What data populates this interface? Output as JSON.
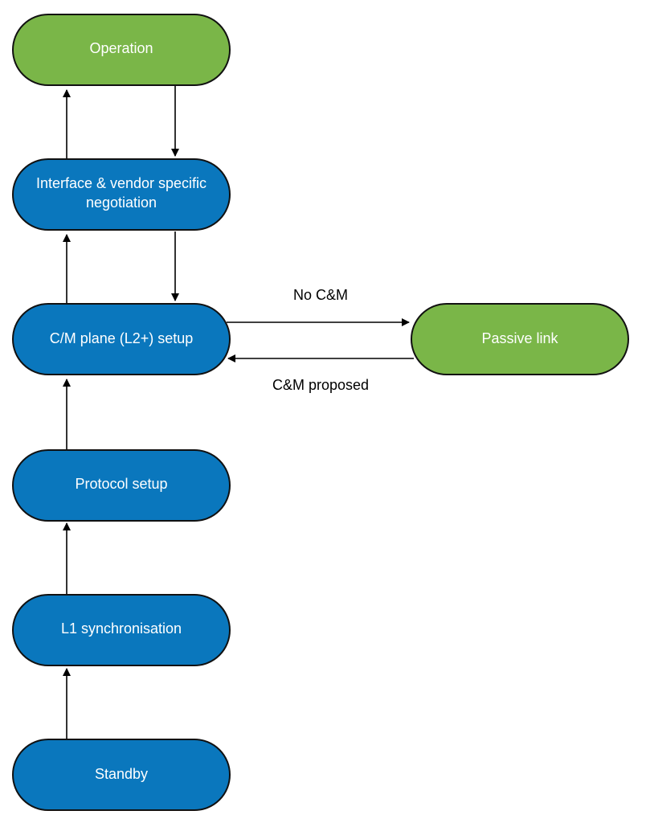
{
  "colors": {
    "blue_state": "#0a77bd",
    "green_state": "#7ab648",
    "outline": "#111111",
    "arrow": "#000000",
    "node_text": "#ffffff"
  },
  "nodes": {
    "operation": {
      "label_line1": "Operation"
    },
    "negotiation": {
      "label_line1": "Interface & vendor specific",
      "label_line2": "negotiation"
    },
    "cm_plane": {
      "label_line1": "C/M plane (L2+) setup"
    },
    "passive": {
      "label_line1": "Passive link"
    },
    "protocol": {
      "label_line1": "Protocol setup"
    },
    "l1sync": {
      "label_line1": "L1 synchronisation"
    },
    "standby": {
      "label_line1": "Standby"
    }
  },
  "edges": {
    "no_cm": "No C&M",
    "cm_proposed": "C&M proposed"
  }
}
